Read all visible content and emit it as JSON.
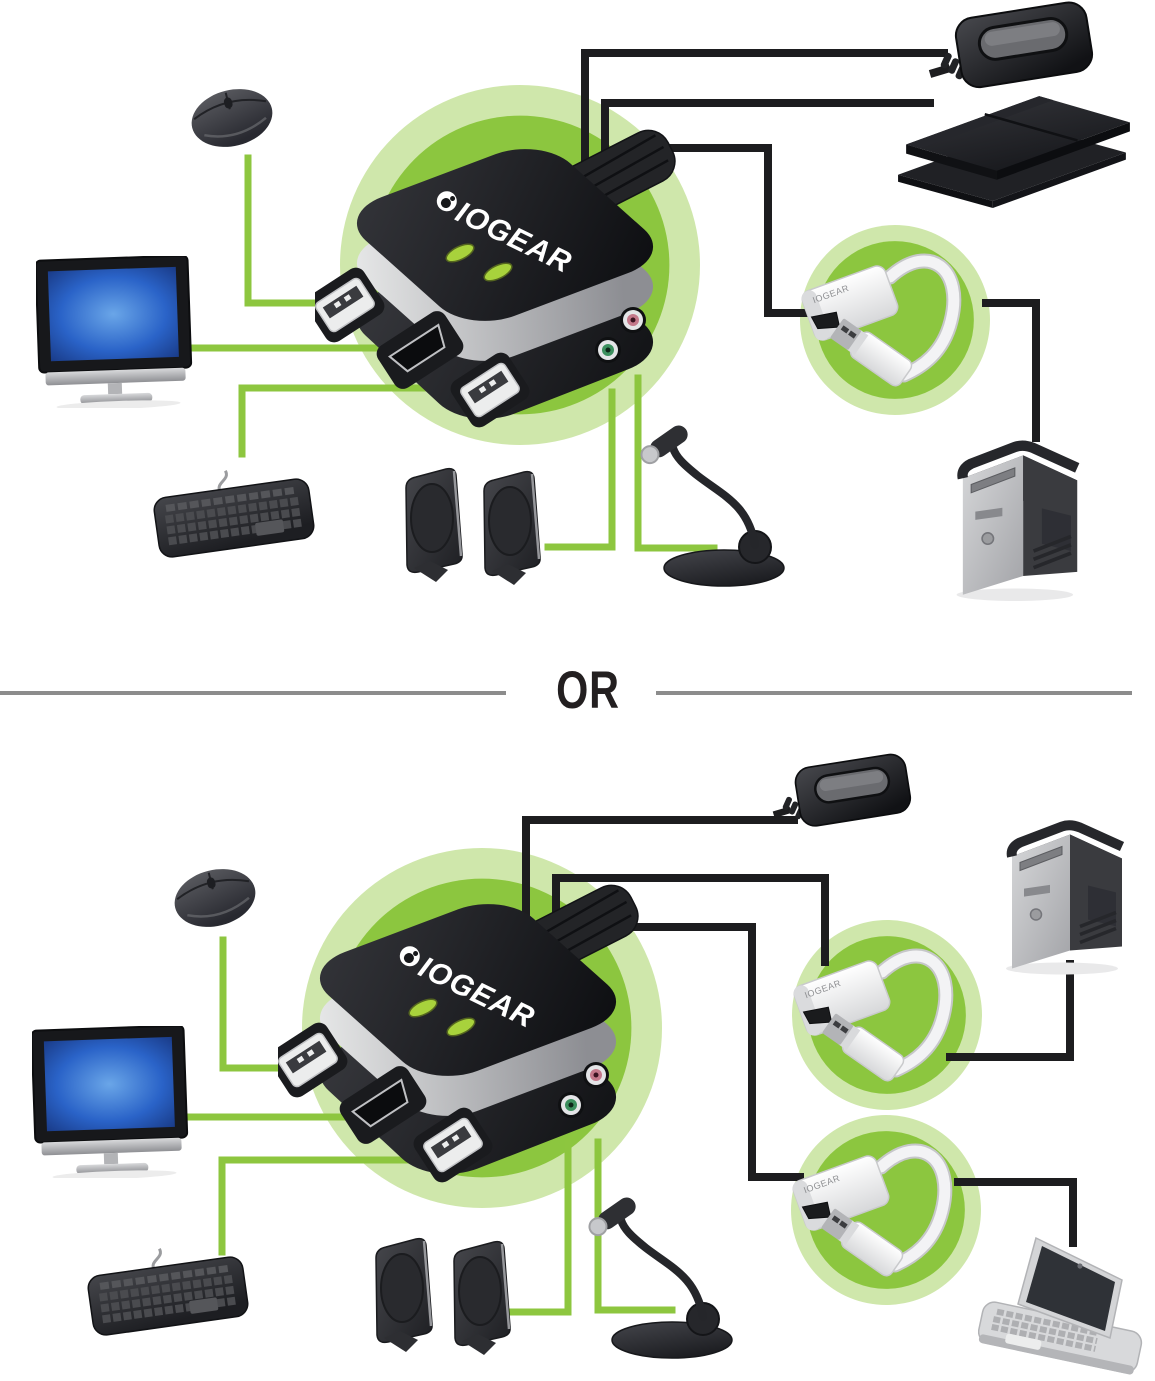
{
  "divider": {
    "label": "OR",
    "line_color": "#8c8c8c"
  },
  "kvm": {
    "brand_logo": "IOGEAR",
    "led_count": 2,
    "ports": [
      "usb-a",
      "hdmi",
      "usb-a",
      "mic-jack",
      "speaker-jack"
    ],
    "remote_switch_button": "wired-remote-switch"
  },
  "adapter": {
    "label": "IOGEAR",
    "type": "displayport-to-hdmi-adapter"
  },
  "colors": {
    "accent_green": "#8dc63f",
    "ring_outer_green": "#cfe7ab",
    "peripheral_cable_green": "#8dc63f",
    "computer_cable_black": "#1d1d1f",
    "led_green": "#a8d23c",
    "mic_jack_pink": "#c4788a",
    "speaker_jack_green": "#3c8f5e",
    "monitor_screen_blue": "#2a63c8",
    "background": "#ffffff"
  },
  "scenario_top": {
    "devices": [
      "mouse",
      "monitor",
      "keyboard",
      "speakers",
      "microphone",
      "kvm-switch",
      "remote-switch-button",
      "game-console",
      "displayport-adapter",
      "desktop-computer"
    ]
  },
  "scenario_bottom": {
    "devices": [
      "mouse",
      "monitor",
      "keyboard",
      "speakers",
      "microphone",
      "kvm-switch",
      "remote-switch-button",
      "displayport-adapter",
      "displayport-adapter",
      "desktop-computer",
      "laptop"
    ]
  }
}
